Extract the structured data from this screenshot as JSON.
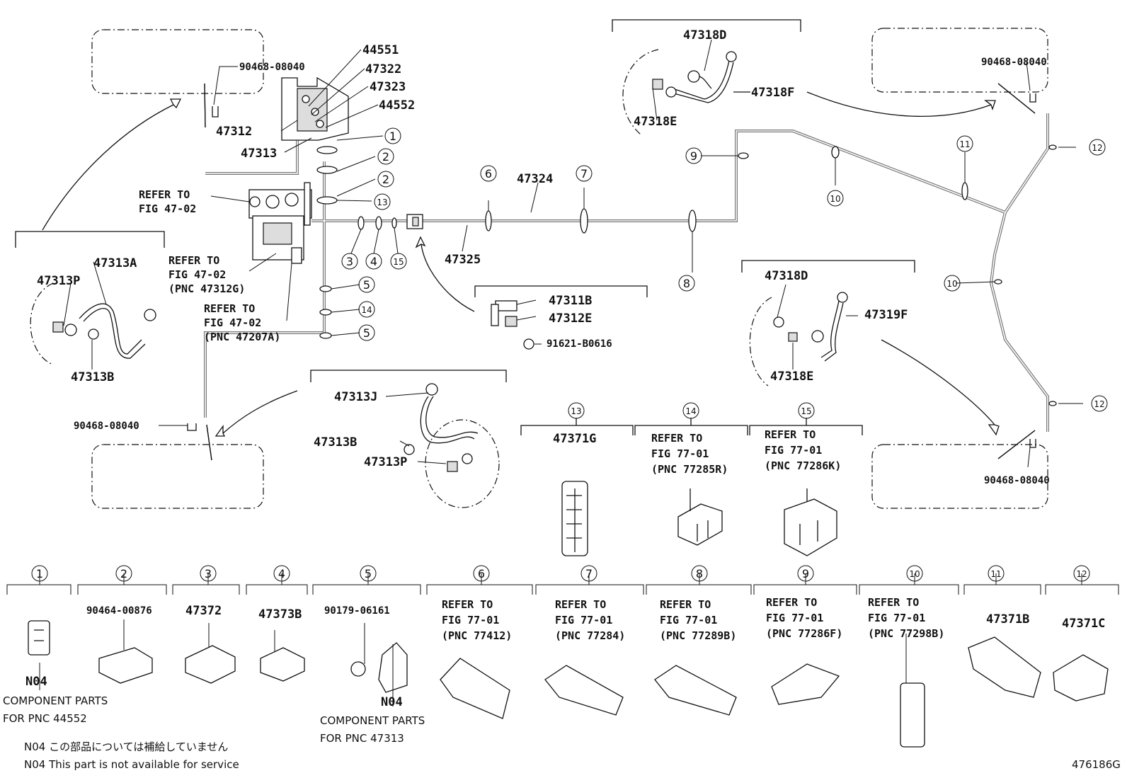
{
  "figure_code": "476186G",
  "part_numbers": {
    "p44551": "44551",
    "p47322": "47322",
    "p47323": "47323",
    "p44552": "44552",
    "p47312": "47312",
    "p47313": "47313",
    "p90468_tl": "90468-08040",
    "p90468_bl": "90468-08040",
    "p90468_tr": "90468-08040",
    "p90468_br": "90468-08040",
    "p47324": "47324",
    "p47325": "47325",
    "p47313A": "47313A",
    "p47313P_left": "47313P",
    "p47313B_left": "47313B",
    "p47318D_top": "47318D",
    "p47318E_top": "47318E",
    "p47318F": "47318F",
    "p47318D_mid": "47318D",
    "p47318E_mid": "47318E",
    "p47319F": "47319F",
    "p47311B": "47311B",
    "p47312E": "47312E",
    "p91621": "91621-B0616",
    "p47313J": "47313J",
    "p47313B_center": "47313B",
    "p47313P_center": "47313P",
    "p47371G": "47371G"
  },
  "refer_notes": {
    "r1": [
      "REFER TO",
      "FIG 47-02"
    ],
    "r2": [
      "REFER TO",
      "FIG 47-02",
      "(PNC 47312G)"
    ],
    "r3": [
      "REFER TO",
      "FIG 47-02",
      "(PNC 47207A)"
    ],
    "r14": [
      "REFER TO",
      "FIG 77-01",
      "(PNC 77285R)"
    ],
    "r15": [
      "REFER TO",
      "FIG 77-01",
      "(PNC 77286K)"
    ]
  },
  "callouts": [
    "1",
    "2",
    "2",
    "13",
    "3",
    "4",
    "15",
    "5",
    "14",
    "5",
    "6",
    "7",
    "8",
    "9",
    "10",
    "11",
    "12",
    "10",
    "12",
    "13",
    "14",
    "15"
  ],
  "legend": [
    {
      "num": "1",
      "lines": [],
      "note": "N04",
      "sub": [
        "COMPONENT PARTS",
        "FOR PNC 44552"
      ]
    },
    {
      "num": "2",
      "lines": [
        "90464-00876"
      ]
    },
    {
      "num": "3",
      "lines": [
        "47372"
      ]
    },
    {
      "num": "4",
      "lines": [
        "47373B"
      ]
    },
    {
      "num": "5",
      "lines": [
        "90179-06161"
      ],
      "note": "N04",
      "sub": [
        "COMPONENT PARTS",
        "FOR PNC 47313"
      ]
    },
    {
      "num": "6",
      "lines": [
        "REFER TO",
        "FIG 77-01",
        "(PNC 77412)"
      ]
    },
    {
      "num": "7",
      "lines": [
        "REFER TO",
        "FIG 77-01",
        "(PNC 77284)"
      ]
    },
    {
      "num": "8",
      "lines": [
        "REFER TO",
        "FIG 77-01",
        "(PNC 77289B)"
      ]
    },
    {
      "num": "9",
      "lines": [
        "REFER TO",
        "FIG 77-01",
        "(PNC 77286F)"
      ]
    },
    {
      "num": "10",
      "lines": [
        "REFER TO",
        "FIG 77-01",
        "(PNC 77298B)"
      ]
    },
    {
      "num": "11",
      "lines": [
        "47371B"
      ]
    },
    {
      "num": "12",
      "lines": [
        "47371C"
      ]
    }
  ],
  "footnotes": {
    "jp": "N04 この部品については補給していません",
    "en": "N04 This part is not available for service"
  }
}
